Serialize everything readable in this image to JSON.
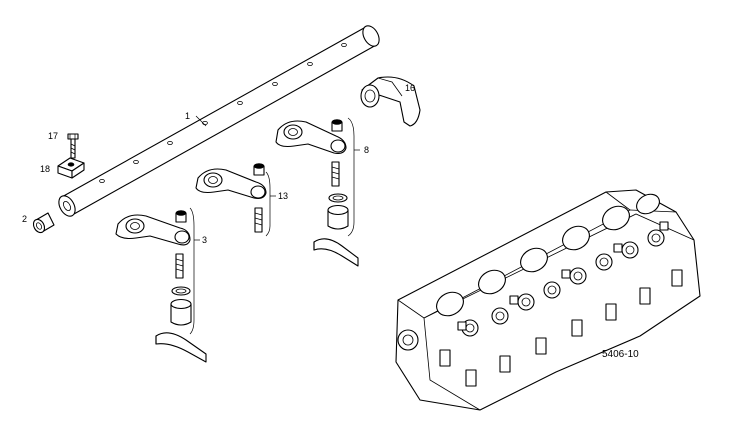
{
  "labels": {
    "l1": "1",
    "l2": "2",
    "l3": "3",
    "l8": "8",
    "l13": "13",
    "l16": "16",
    "l17": "17",
    "l18": "18"
  },
  "figure_ref": "5406-10"
}
